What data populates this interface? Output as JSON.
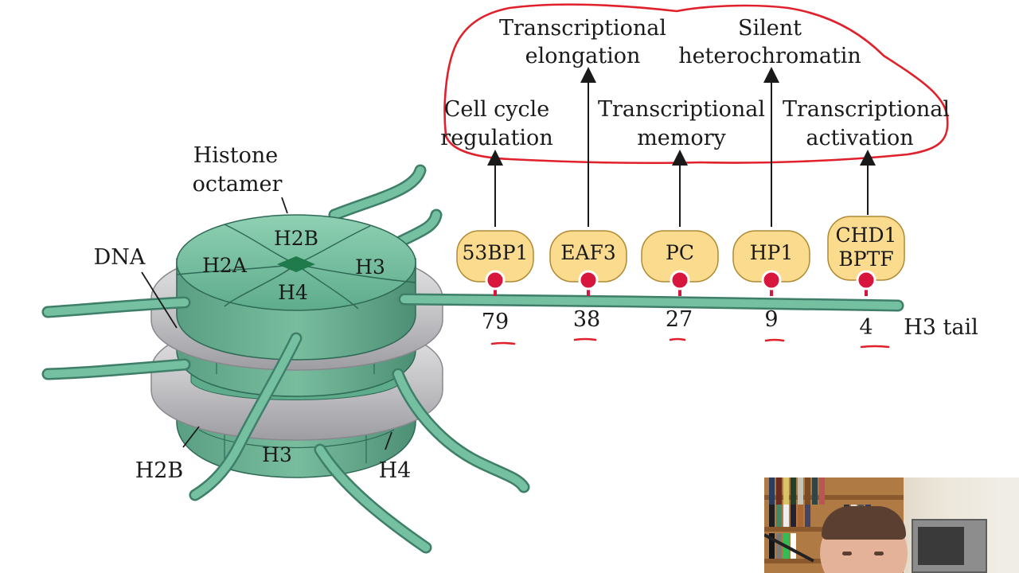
{
  "diagram": {
    "labels": {
      "histone_octamer_line1": "Histone",
      "histone_octamer_line2": "octamer",
      "dna": "DNA",
      "h2b_top": "H2B",
      "h2a": "H2A",
      "h3_top": "H3",
      "h4_top": "H4",
      "h2b_bottom": "H2B",
      "h3_bottom": "H3",
      "h4_bottom": "H4",
      "h3_tail": "H3 tail"
    },
    "outcomes": [
      {
        "line1": "Cell cycle",
        "line2": "regulation"
      },
      {
        "line1": "Transcriptional",
        "line2": "elongation"
      },
      {
        "line1": "Transcriptional",
        "line2": "memory"
      },
      {
        "line1": "Silent",
        "line2": "heterochromatin"
      },
      {
        "line1": "Transcriptional",
        "line2": "activation"
      }
    ],
    "readers": [
      {
        "line1": "53BP1",
        "line2": "",
        "residue": "79"
      },
      {
        "line1": "EAF3",
        "line2": "",
        "residue": "38"
      },
      {
        "line1": "PC",
        "line2": "",
        "residue": "27"
      },
      {
        "line1": "HP1",
        "line2": "",
        "residue": "9"
      },
      {
        "line1": "CHD1",
        "line2": "BPTF",
        "residue": "4"
      }
    ]
  },
  "colors": {
    "histone_green": "#5eac8c",
    "histone_dark": "#3f7f69",
    "dna_gray": "#c9c9cc",
    "reader_fill": "#fbdb8e",
    "methyl_mark": "#d8163d",
    "annotation_red": "#e0202a"
  },
  "webcam": {
    "icon": "presenter-webcam-feed"
  }
}
